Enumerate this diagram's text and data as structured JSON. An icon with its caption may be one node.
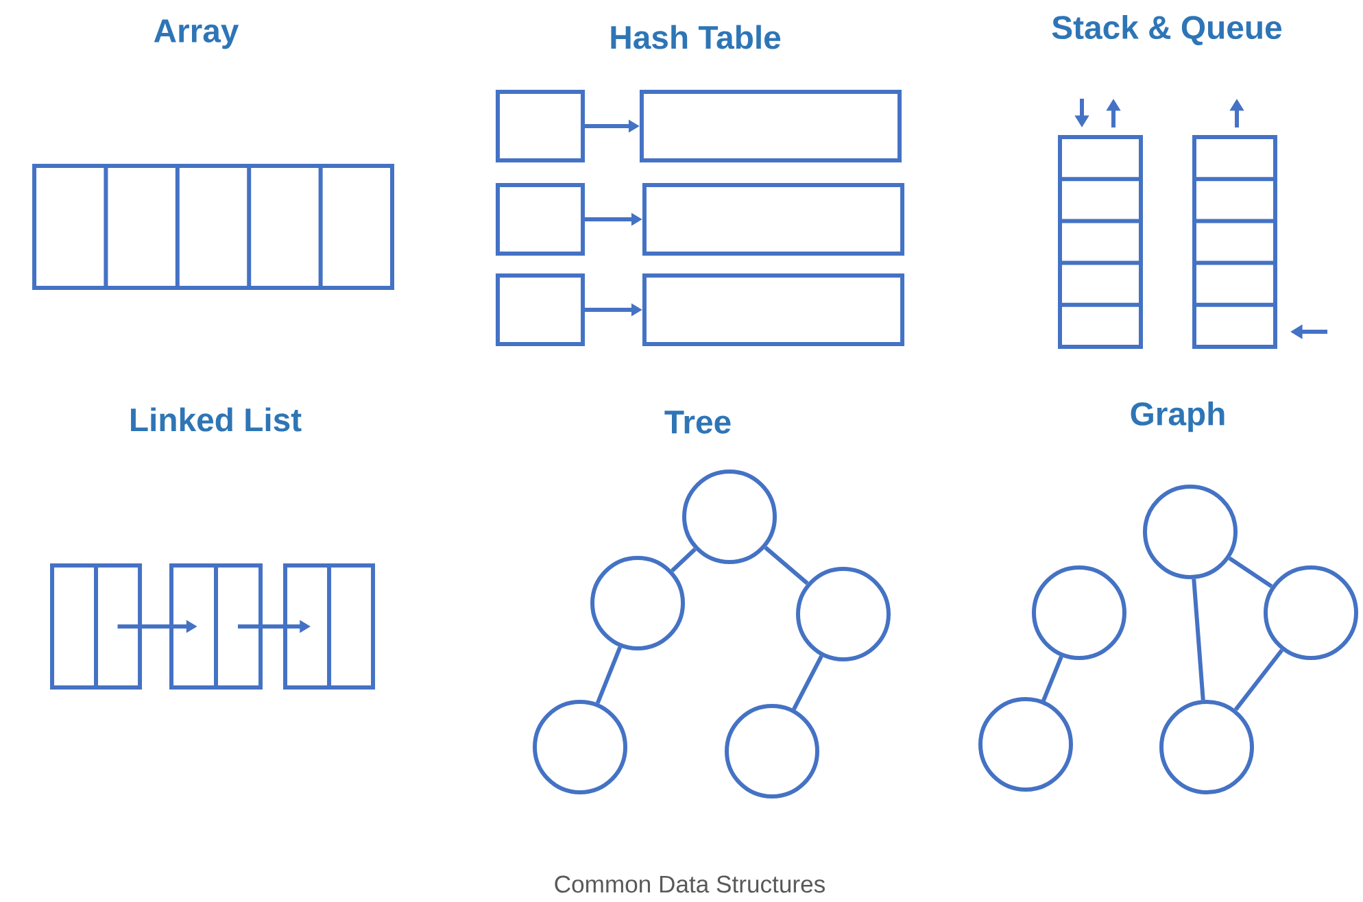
{
  "diagram": {
    "caption": "Common Data Structures",
    "nodes": [
      {
        "text": [],
        "shape": "box"
      },
      {
        "text": [],
        "shape": "box"
      },
      {
        "text": [],
        "shape": "box"
      },
      {
        "text": [],
        "shape": "box"
      },
      {
        "text": [],
        "shape": "box"
      },
      {
        "text": [],
        "shape": "box"
      },
      {
        "text": [],
        "shape": "box"
      },
      {
        "text": [],
        "shape": "box"
      },
      {
        "text": [],
        "shape": "box"
      },
      {
        "text": [],
        "shape": "circle"
      },
      {
        "text": [],
        "shape": "circle"
      },
      {
        "text": [],
        "shape": "circle"
      },
      {
        "text": [],
        "shape": "circle"
      },
      {
        "text": [],
        "shape": "circle"
      },
      {
        "text": [],
        "shape": "circle"
      },
      {
        "text": [],
        "shape": "circle"
      },
      {
        "text": [],
        "shape": "circle"
      },
      {
        "text": [],
        "shape": "circle"
      },
      {
        "text": [],
        "shape": "circle"
      }
    ],
    "edges": [
      {
        "from": 0,
        "to": 1,
        "arrow": "to"
      },
      {
        "from": 2,
        "to": 3,
        "arrow": "to"
      },
      {
        "from": 4,
        "to": 5,
        "arrow": "to"
      },
      {
        "from": 6,
        "to": 7,
        "arrow": "to"
      },
      {
        "from": 7,
        "to": 8,
        "arrow": "to"
      },
      {
        "from": 9,
        "to": 10,
        "arrow": "none"
      },
      {
        "from": 9,
        "to": 11,
        "arrow": "none"
      },
      {
        "from": 10,
        "to": 12,
        "arrow": "none"
      },
      {
        "from": 11,
        "to": 13,
        "arrow": "none"
      },
      {
        "from": 14,
        "to": 16,
        "arrow": "none"
      },
      {
        "from": 14,
        "to": 17,
        "arrow": "none"
      },
      {
        "from": 16,
        "to": 17,
        "arrow": "none"
      },
      {
        "from": 15,
        "to": 18,
        "arrow": "none"
      }
    ],
    "labels": [
      "Array",
      "Hash Table",
      "Stack & Queue",
      "Linked List",
      "Tree",
      "Graph"
    ]
  }
}
